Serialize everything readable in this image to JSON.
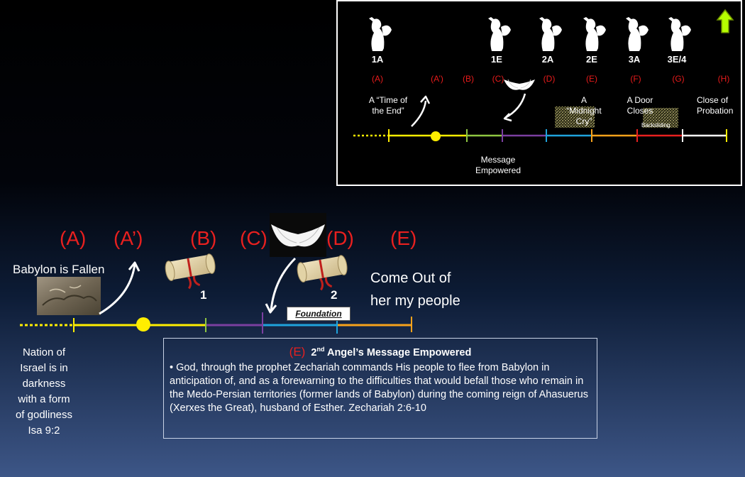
{
  "inset": {
    "angels": [
      {
        "label": "1A"
      },
      {
        "label": "1E"
      },
      {
        "label": "2A"
      },
      {
        "label": "2E"
      },
      {
        "label": "3A"
      },
      {
        "label": "3E/4"
      }
    ],
    "letters": [
      "(A)",
      "(A’)",
      "(B)",
      "(C)",
      "(D)",
      "(E)",
      "(F)",
      "(G)",
      "(H)"
    ],
    "time_of_end": [
      "A “Time of",
      "the End”"
    ],
    "midnight_cry": [
      "A",
      "“Midnight",
      "Cry”"
    ],
    "door_closes": [
      "A Door",
      "Closes"
    ],
    "backsliding": "Backsliding",
    "close_probation": [
      "Close of",
      "Probation"
    ],
    "message_empowered": [
      "Message",
      "Empowered"
    ]
  },
  "main": {
    "letters": {
      "a": "(A)",
      "a_prime": "(A’)",
      "b": "(B)",
      "c": "(C)",
      "d": "(D)",
      "e": "(E)"
    },
    "babylon_fallen": "Babylon is Fallen",
    "scroll1_num": "1",
    "scroll2_num": "2",
    "come_out": [
      "Come Out of",
      "her my people"
    ],
    "foundation": "Foundation",
    "left_note": [
      "Nation of",
      "Israel is in",
      "darkness",
      "with a form",
      "of godliness",
      "Isa 9:2"
    ]
  },
  "message": {
    "letter": "(E)",
    "title_pre": "2",
    "title_sup": "nd",
    "title_post": " Angel’s Message Empowered",
    "body": "• God, through the prophet Zechariah commands His people to flee from  Babylon in anticipation of, and as a forewarning to the difficulties that would befall those who remain in the Medo-Persian territories (former lands of Babylon) during the  coming reign of Ahasuerus (Xerxes the Great), husband of Esther.  Zechariah 2:6-10"
  },
  "colors": {
    "yellow": "#ffee00",
    "green": "#8ec641",
    "purple": "#7b3fa0",
    "blue": "#1fa3dc",
    "orange": "#f7a21b",
    "red": "#e8201f",
    "white": "#ffffff",
    "arrow": "#b6ff00"
  },
  "icons": [
    "trumpet-angel-icon",
    "wings-icon",
    "scroll-icon",
    "relief-image",
    "up-arrow-icon",
    "noise-block"
  ]
}
